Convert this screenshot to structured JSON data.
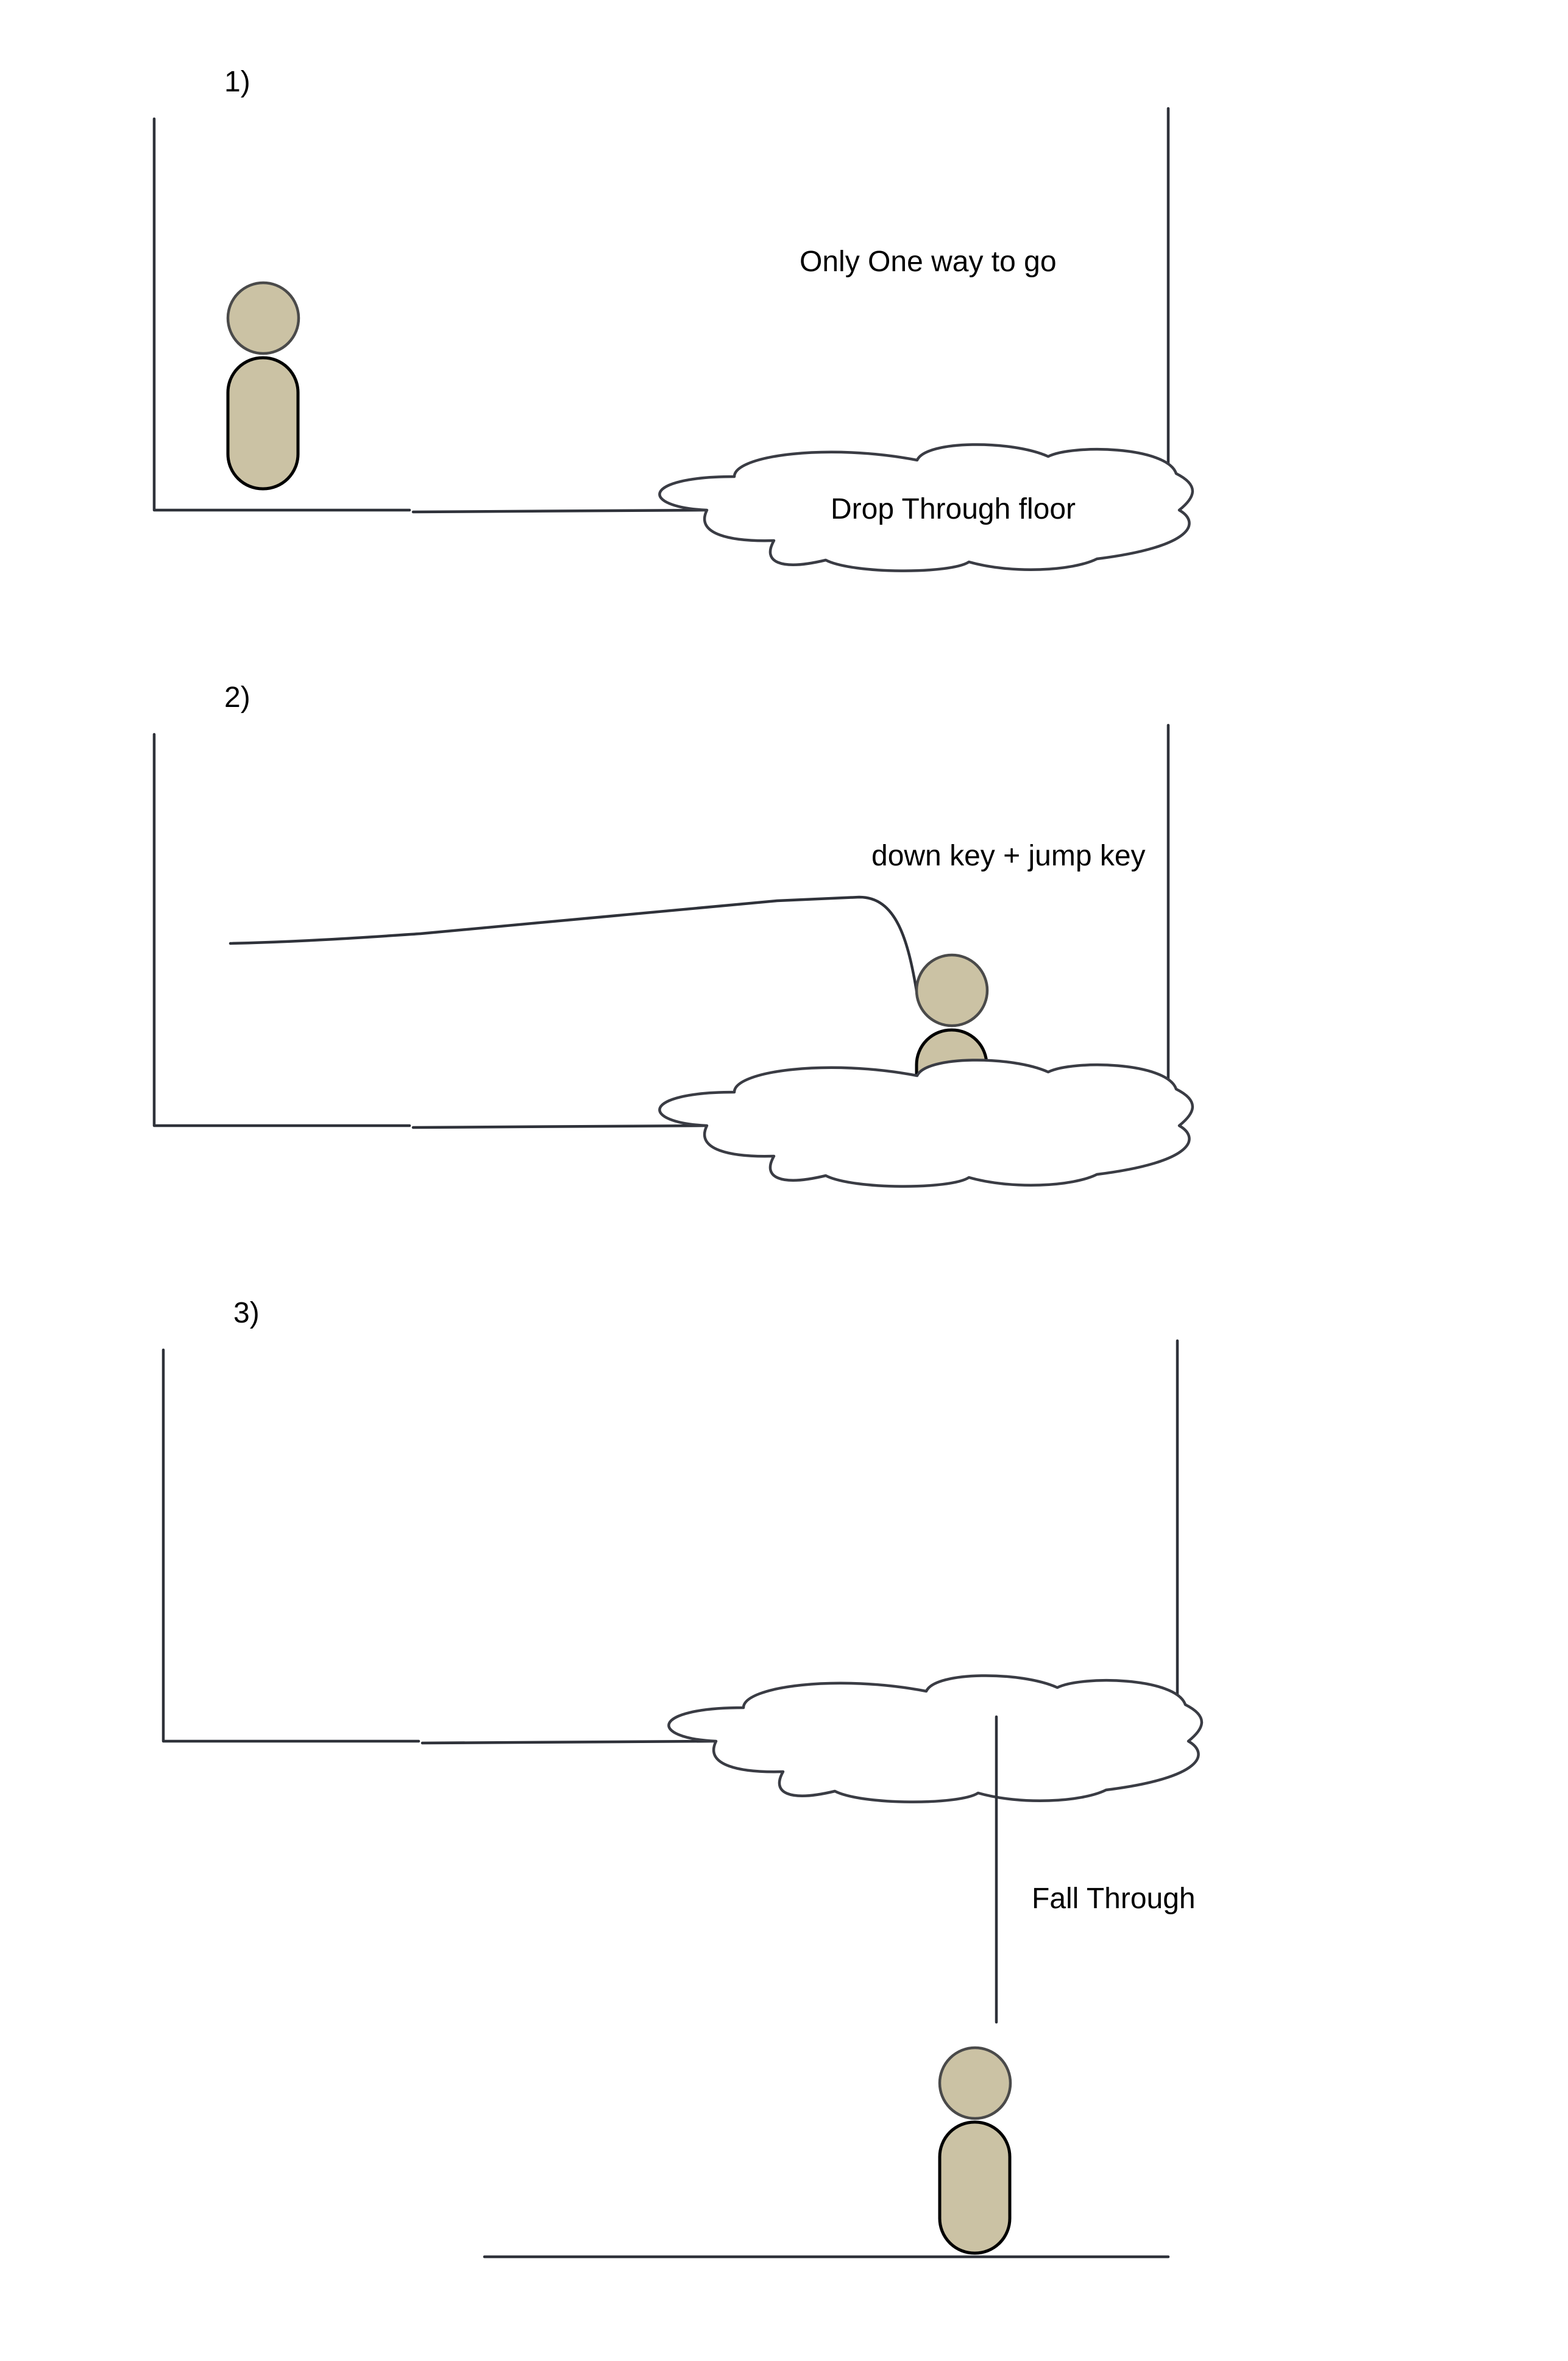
{
  "panels": [
    {
      "number": "1)",
      "caption": "Only One way to go",
      "cloud_label": "Drop Through floor"
    },
    {
      "number": "2)",
      "caption": "down key + jump key"
    },
    {
      "number": "3)",
      "caption": "Fall Through"
    }
  ],
  "colors": {
    "figure_fill": "#cbc2a4",
    "line": "#2f323a",
    "background": "#ffffff"
  }
}
